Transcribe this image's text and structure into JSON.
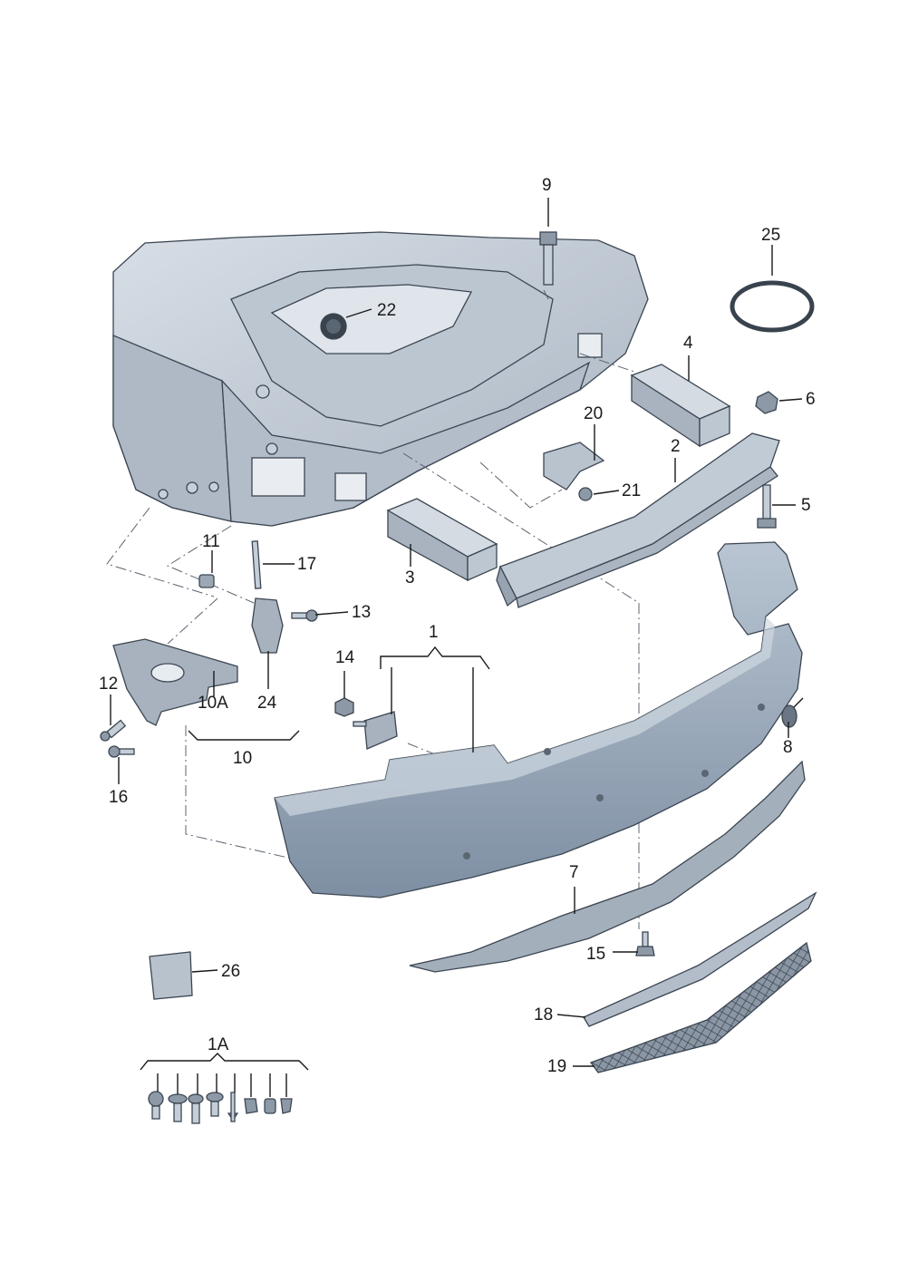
{
  "colors": {
    "body": "#c9d1db",
    "body_dark": "#9aa5b3",
    "bumper": "#8f9fb1",
    "bumper_light": "#b7c3d0",
    "metal": "#a7b2be",
    "grille": "#6a7684",
    "label": "#1a1a1a"
  },
  "labels": {
    "p1": "1",
    "p1a": "1A",
    "p2": "2",
    "p3": "3",
    "p4": "4",
    "p5": "5",
    "p6": "6",
    "p7": "7",
    "p8": "8",
    "p9": "9",
    "p10": "10",
    "p10a": "10A",
    "p11": "11",
    "p12": "12",
    "p13": "13",
    "p14": "14",
    "p15": "15",
    "p16": "16",
    "p17": "17",
    "p18": "18",
    "p19": "19",
    "p20": "20",
    "p21": "21",
    "p22": "22",
    "p24": "24",
    "p25": "25",
    "p26": "26"
  }
}
